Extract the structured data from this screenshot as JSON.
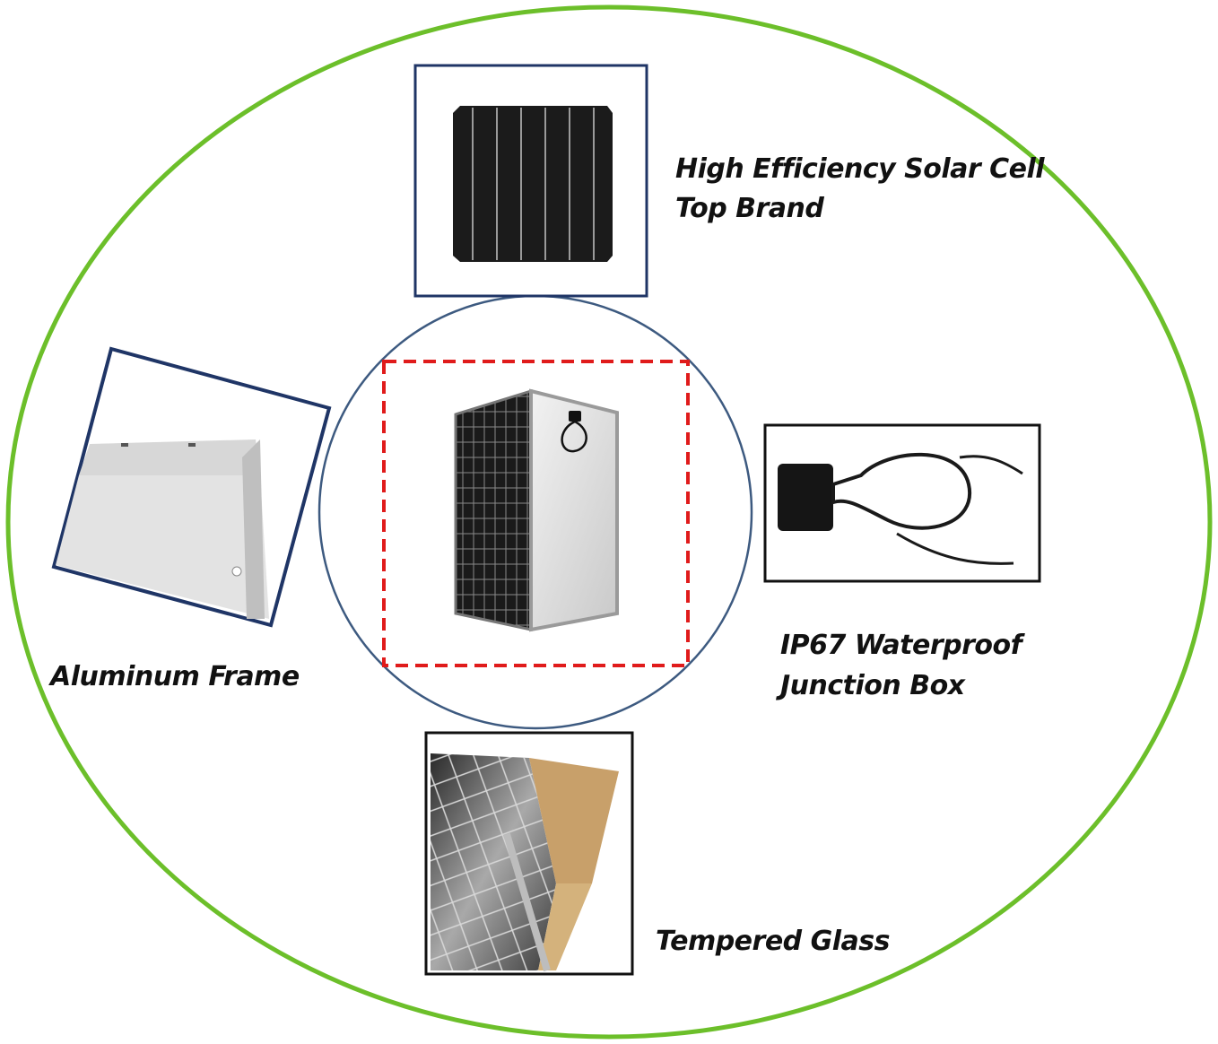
{
  "labels": {
    "cell_line1": "High Efficiency Solar Cell",
    "cell_line2": "Top Brand",
    "frame": "Aluminum Frame",
    "junction_line1": "IP67 Waterproof",
    "junction_line2": "Junction Box",
    "glass": "Tempered Glass"
  },
  "colors": {
    "outer_ellipse": "#6cbf2a",
    "center_circle": "#3d5a80",
    "dashed_box": "#e01b1b",
    "cell_frame": "#1f3566",
    "frame_frame": "#1f3566",
    "junction_frame": "#111111",
    "glass_frame": "#111111"
  }
}
